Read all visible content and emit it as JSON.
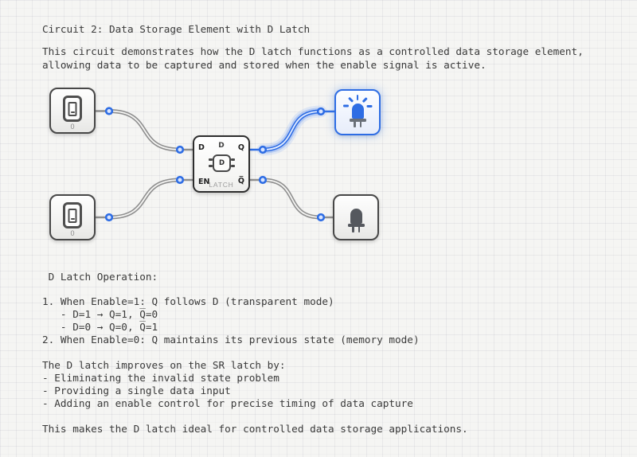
{
  "colors": {
    "background": "#f5f5f3",
    "accent_blue": "#2e6de4",
    "wire_gray": "#8f8f8f",
    "component_border": "#474747",
    "text": "#3a3a3a"
  },
  "header": {
    "title": "Circuit 2: Data Storage Element with D Latch",
    "description": [
      "This circuit demonstrates how the D latch functions as a controlled data storage element,",
      "allowing data to be captured and stored when the enable signal is active."
    ]
  },
  "circuit": {
    "switch_top": {
      "icon": "toggle-switch-icon",
      "value": "0"
    },
    "switch_bottom": {
      "icon": "toggle-switch-icon",
      "value": "0"
    },
    "latch": {
      "pin_d": "D",
      "pin_en": "EN",
      "pin_q": "Q",
      "pin_qbar": "Q̅",
      "top_label": "D",
      "chip_label": "D",
      "name_label": "LATCH"
    },
    "led_top": {
      "icon": "led-lit-icon",
      "state_color": "#2e6de4"
    },
    "led_bottom": {
      "icon": "led-unlit-icon",
      "state_color": "#55585e"
    }
  },
  "notes": {
    "operation_header": " D Latch Operation:",
    "operation": [
      "1. When Enable=1: Q follows D (transparent mode)",
      "   - D=1 → Q=1, Q̅=0",
      "   - D=0 → Q=0, Q̅=1",
      "2. When Enable=0: Q maintains its previous state (memory mode)"
    ],
    "improvements": [
      "The D latch improves on the SR latch by:",
      "- Eliminating the invalid state problem",
      "- Providing a single data input",
      "- Adding an enable control for precise timing of data capture"
    ],
    "conclusion": "This makes the D latch ideal for controlled data storage applications."
  }
}
